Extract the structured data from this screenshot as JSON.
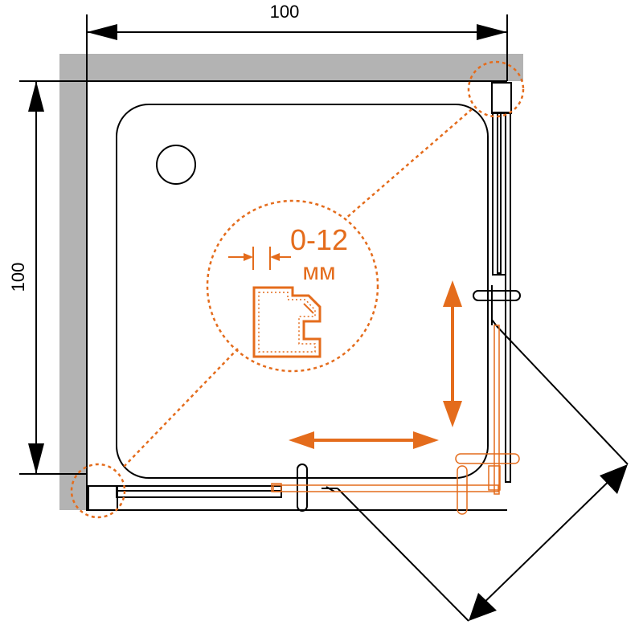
{
  "dimensions": {
    "width_label": "100",
    "depth_label": "100"
  },
  "callout": {
    "adjustment_range": "0-12",
    "unit": "мм"
  },
  "colors": {
    "accent": "#e46c1c",
    "wall": "#b3b3b3",
    "line": "#000000"
  }
}
